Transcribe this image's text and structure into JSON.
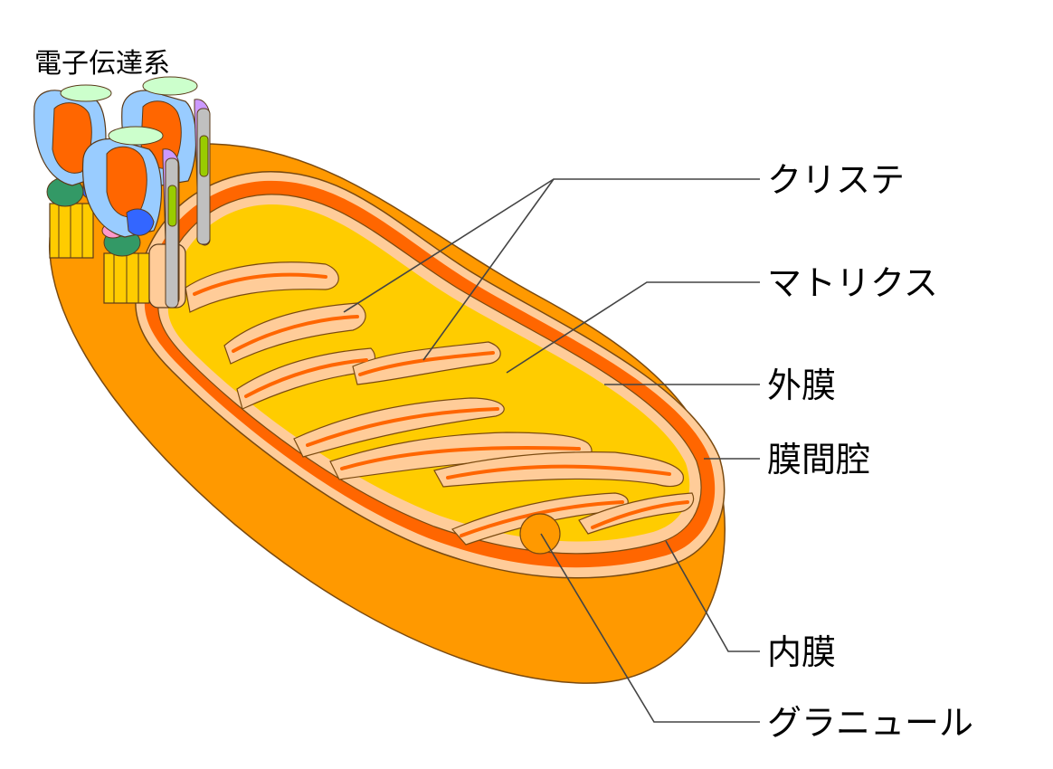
{
  "labels": {
    "etc": "電子伝達系",
    "cristae": "クリステ",
    "matrix": "マトリクス",
    "outer_membrane": "外膜",
    "intermembrane_space": "膜間腔",
    "inner_membrane": "内膜",
    "granule": "グラニュール"
  },
  "colors": {
    "outer_body": "#ff9900",
    "intermembrane": "#ff6600",
    "membrane": "#ffcc99",
    "matrix": "#ffcc00",
    "matrix_shade": "#ffb000",
    "granule": "#ff9900",
    "complex_blue": "#99ccff",
    "complex_orange": "#ff6600",
    "complex_green": "#339966",
    "complex_lightgreen": "#ccffcc",
    "complex_pink": "#ff99cc",
    "complex_purple": "#cc99ff",
    "complex_yellow": "#ffcc00",
    "complex_peach": "#ffcc99",
    "complex_gray": "#c0c0c0",
    "complex_lime": "#99cc00",
    "complex_darkblue": "#3366ff"
  }
}
